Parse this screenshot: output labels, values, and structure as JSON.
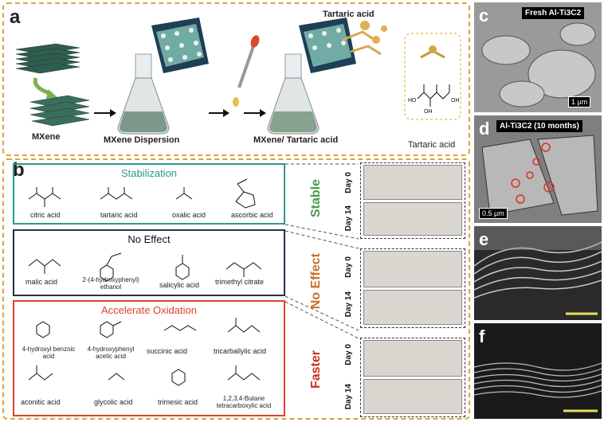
{
  "panel_a": {
    "letter": "a",
    "labels": {
      "mxene": "MXene",
      "dispersion": "MXene Dispersion",
      "tartaric_top": "Tartaric acid",
      "mxene_tartaric": "MXene/ Tartaric acid",
      "tartaric_right": "Tartaric acid"
    }
  },
  "panel_b": {
    "letter": "b",
    "stabilization": {
      "title": "Stabilization",
      "molecules": [
        "citric acid",
        "tartaric acid",
        "oxalic acid",
        "ascorbic acid"
      ]
    },
    "no_effect": {
      "title": "No Effect",
      "molecules": [
        "malic acid",
        "2-(4-hydroxyphenyl) ethanol",
        "salicylic acid",
        "trimethyl citrate"
      ]
    },
    "accelerate": {
      "title": "Accelerate Oxidation",
      "molecules": [
        "4-hydroxyl benzoic acid",
        "4-hydroxyphenyl acetic acid",
        "succinic acid",
        "tricarballylic acid",
        "aconitic acid",
        "glycolic acid",
        "trimesic acid",
        "1,2,3,4-Butane tetracarboxylic acid"
      ]
    },
    "side_labels": {
      "stable": "Stable",
      "no_effect": "No Effect",
      "faster": "Faster"
    },
    "day0": "Day 0",
    "day14": "Day 14",
    "colors": {
      "stable": "#4a9a4a",
      "no_effect": "#c8702a",
      "faster": "#c8301e",
      "teal": "#2a9a8a",
      "navy": "#26304a",
      "red": "#d9442a",
      "gold": "#d4a640"
    }
  },
  "panel_c": {
    "letter": "c",
    "title": "Fresh Al-Ti3C2",
    "scale": "1 μm"
  },
  "panel_d": {
    "letter": "d",
    "title": "Al-Ti3C2 (10 months)",
    "scale": "0.5 μm"
  },
  "panel_e": {
    "letter": "e"
  },
  "panel_f": {
    "letter": "f"
  }
}
